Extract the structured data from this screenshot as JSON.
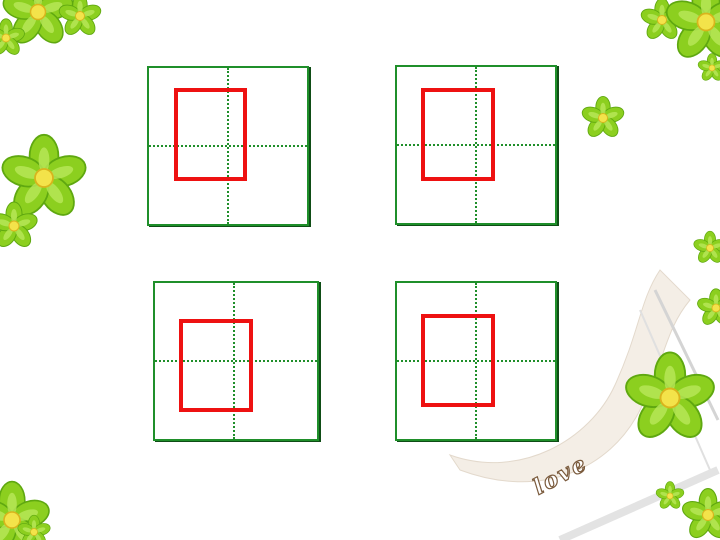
{
  "slide": {
    "decoration_text": "love",
    "icons": [
      "flower-icon"
    ]
  },
  "colors": {
    "grid": "#1f8f2a",
    "highlight": "#ee1111",
    "flower_petal": "#8ccf1f",
    "flower_center": "#f3e34a"
  },
  "grid_boxes": [
    {
      "name": "top-left"
    },
    {
      "name": "top-right"
    },
    {
      "name": "bottom-left"
    },
    {
      "name": "bottom-right"
    }
  ]
}
